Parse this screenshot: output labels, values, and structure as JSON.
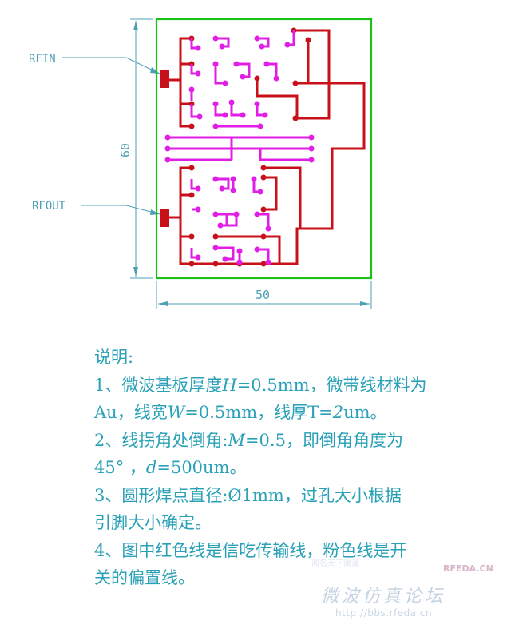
{
  "diagram": {
    "ports": {
      "input": "RFIN",
      "output": "RFOUT"
    },
    "dimensions": {
      "height": "60",
      "width": "50"
    },
    "colors": {
      "board_outline": "#19c219",
      "signal_line": "#c8101a",
      "bias_line": "#e01ee6",
      "dimension": "#4d9fb4"
    }
  },
  "notes": {
    "title": "说明:",
    "line1": {
      "pre": "1、微波基板厚度",
      "var": "H",
      "post": "=0.5mm，微带线材料为"
    },
    "line2": {
      "pre": "Au，线宽",
      "var": "W",
      "mid": "=0.5mm，线厚T=",
      "var2": "2",
      "post": "um。"
    },
    "line3": {
      "pre": "2、线拐角处倒角:",
      "var": "M",
      "post": "=0.5，即倒角角度为"
    },
    "line4": {
      "pre": "45° ，",
      "var": "d",
      "post": "=500um。"
    },
    "line5": "3、圆形焊点直径:Ø1mm，过孔大小根据",
    "line6": "引脚大小确定。",
    "line7": "4、图中红色线是信吃传输线，粉色线是开",
    "line8": "关的偏置线。"
  },
  "watermark": {
    "logo": "RFEDA.CN",
    "title": "微波仿真论坛",
    "url": "http://bbs.rfeda.cn",
    "faint": "闻名天下微波"
  }
}
